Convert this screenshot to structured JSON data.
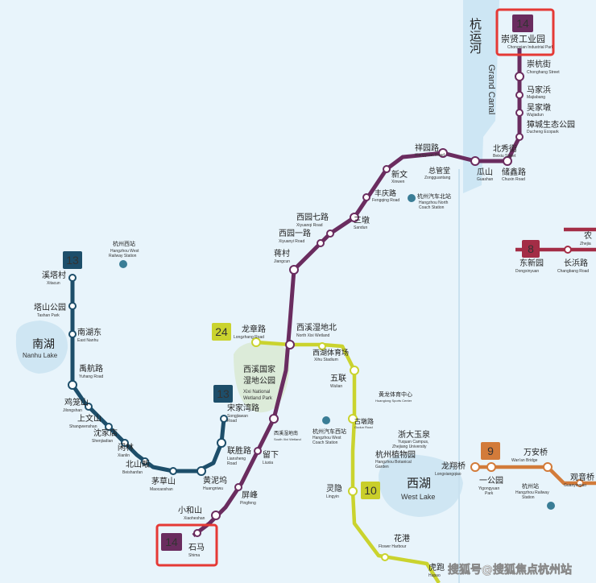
{
  "colors": {
    "line14": "#6a2c5f",
    "line13": "#1d4e6a",
    "line24": "#cad32e",
    "line10": "#c9ce2a",
    "line9": "#d27b3a",
    "line8": "#a32d46",
    "highlight": "#e53935",
    "water": "#bfe0f2",
    "park": "#cfe5d4",
    "land": "#e8f4fb"
  },
  "badges": {
    "l14_top": "14",
    "l14_bottom": "14",
    "l13_a": "13",
    "l13_b": "13",
    "l24": "24",
    "l10": "10",
    "l9": "9",
    "l8": "8"
  },
  "area_labels": {
    "canal_zh": "杭运河",
    "canal_en": "Grand Canal",
    "nanhu_zh": "南湖",
    "nanhu_en": "Nanhu Lake",
    "xihu_zh": "西湖",
    "xihu_en": "West Lake",
    "wetland_zh1": "西溪国家",
    "wetland_zh2": "湿地公园",
    "wetland_en1": "Xixi National",
    "wetland_en2": "Wetland Park"
  },
  "landmarks": {
    "west_rail_zh": "杭州西站",
    "west_rail_en1": "Hangzhou West",
    "west_rail_en2": "Railway Station",
    "north_coach_zh": "杭州汽车北站",
    "north_coach_en1": "Hangzhou North",
    "north_coach_en2": "Coach Station",
    "west_coach_zh": "杭州汽车西站",
    "west_coach_en1": "Hangzhou West",
    "west_coach_en2": "Coach Station",
    "rail_zh": "杭州站",
    "rail_en1": "Hangzhou Railway",
    "rail_en2": "Station"
  },
  "stations": {
    "chongxian": {
      "zh": "崇贤工业园",
      "en": "Chongxian Industrial Park"
    },
    "chonghang": {
      "zh": "崇杭街",
      "en": "Chonghang Street"
    },
    "majiabang": {
      "zh": "马家浜",
      "en": "Majiabang"
    },
    "wujiadun": {
      "zh": "吴家墩",
      "en": "Wujiadun"
    },
    "ducheng": {
      "zh": "獐城生态公园",
      "en": "Ducheng Ecopark"
    },
    "beixiu": {
      "zh": "北秀街",
      "en": "Beixiu Street"
    },
    "guashan": {
      "zh": "瓜山",
      "en": "Guashan"
    },
    "chuxin": {
      "zh": "储鑫路",
      "en": "Chuxin Road"
    },
    "xiangyuan": {
      "zh": "祥园路",
      "en": "Xiangyuan Road"
    },
    "zongguan": {
      "zh": "总管堂",
      "en": "Zongguantang"
    },
    "xinwen": {
      "zh": "新文",
      "en": "Xinwen"
    },
    "fengqing": {
      "zh": "丰庆路",
      "en": "Fengqing Road"
    },
    "sandun": {
      "zh": "三墩",
      "en": "Sandun"
    },
    "xiyuanqi": {
      "zh": "西园七路",
      "en": "Xiyuanqi Road"
    },
    "xiyuanyi": {
      "zh": "西园一路",
      "en": "Xiyuanyi Road"
    },
    "jiangcun": {
      "zh": "蒋村",
      "en": "Jiangcun"
    },
    "xixiwetland": {
      "zh": "西溪湿地北",
      "en": "North Xixi Wetland"
    },
    "longzhang": {
      "zh": "龙章路",
      "en": "Longzhang Road"
    },
    "xihusports": {
      "zh": "西湖体育场",
      "en": "Xihu Stadium"
    },
    "wulian": {
      "zh": "五联",
      "en": "Wulian"
    },
    "huanglong": {
      "zh": "黄龙体育中心",
      "en": "Huanglong Sports Center"
    },
    "gudang": {
      "zh": "古墩路",
      "en": "Gudun Road"
    },
    "zheda": {
      "zh": "浙大玉泉",
      "en1": "Yuquan Campus,",
      "en2": "Zhejiang University"
    },
    "botanical": {
      "zh": "杭州植物园",
      "en1": "Hangzhou Botanical",
      "en2": "Garden"
    },
    "lingyin": {
      "zh": "灵隐",
      "en": "Lingyin"
    },
    "huagang": {
      "zh": "花港",
      "en": "Flower Harbour"
    },
    "hupao": {
      "zh": "虎跑",
      "en": "Hupao"
    },
    "xixiwetlandsouth": {
      "zh": "西溪湿地南",
      "en": "South Xixi Wetland"
    },
    "liuxia": {
      "zh": "留下",
      "en": "Liuxia"
    },
    "pingfeng": {
      "zh": "屏峰",
      "en": "Pingfeng"
    },
    "xiaoheshan": {
      "zh": "小和山",
      "en": "Xiaoheshan"
    },
    "shima": {
      "zh": "石马",
      "en": "Shima"
    },
    "songjiawan": {
      "zh": "宋家湾路",
      "en1": "Songjiawan",
      "en2": "Road"
    },
    "liansheng": {
      "zh": "联胜路",
      "en1": "Liansheng",
      "en2": "Road"
    },
    "huangniwu": {
      "zh": "黄泥坞",
      "en": "Huangniwu"
    },
    "maocaoshan": {
      "zh": "茅草山",
      "en": "Maocaoshan"
    },
    "beishanfan": {
      "zh": "北山畈",
      "en": "Beishanfan"
    },
    "xianlin": {
      "zh": "闲林",
      "en": "Xianlin"
    },
    "shenjiadian": {
      "zh": "沈家店",
      "en": "Shenjiadian"
    },
    "shangwenshan": {
      "zh": "上文山",
      "en": "Shangwenshan"
    },
    "jilongshan": {
      "zh": "鸡笼山",
      "en": "Jilongshan"
    },
    "yuhang": {
      "zh": "禹航路",
      "en": "Yuhang Road"
    },
    "nanhueast": {
      "zh": "南湖东",
      "en": "East Nanhu"
    },
    "tashanpark": {
      "zh": "塔山公园",
      "en": "Tashan Park"
    },
    "xitacun": {
      "zh": "溪塔村",
      "en": "Xitacun"
    },
    "longxiangqiao": {
      "zh": "龙翔桥",
      "en": "Longxiangqiao"
    },
    "yigongyuan": {
      "zh": "一公园",
      "en1": "Yigongyuan",
      "en2": "Park"
    },
    "wananqiao": {
      "zh": "万安桥",
      "en": "Wan'an Bridge"
    },
    "guanyinqiao": {
      "zh": "观音桥",
      "en": "Guanyinqiao"
    },
    "dongxinyuan": {
      "zh": "东新园",
      "en": "Dongxinyuan"
    },
    "changbang": {
      "zh": "长浜路",
      "en": "Changbang Road"
    },
    "zhejia": {
      "zh": "农",
      "en": "Zhejia"
    }
  },
  "watermark": "搜狐号@搜狐焦点杭州站"
}
